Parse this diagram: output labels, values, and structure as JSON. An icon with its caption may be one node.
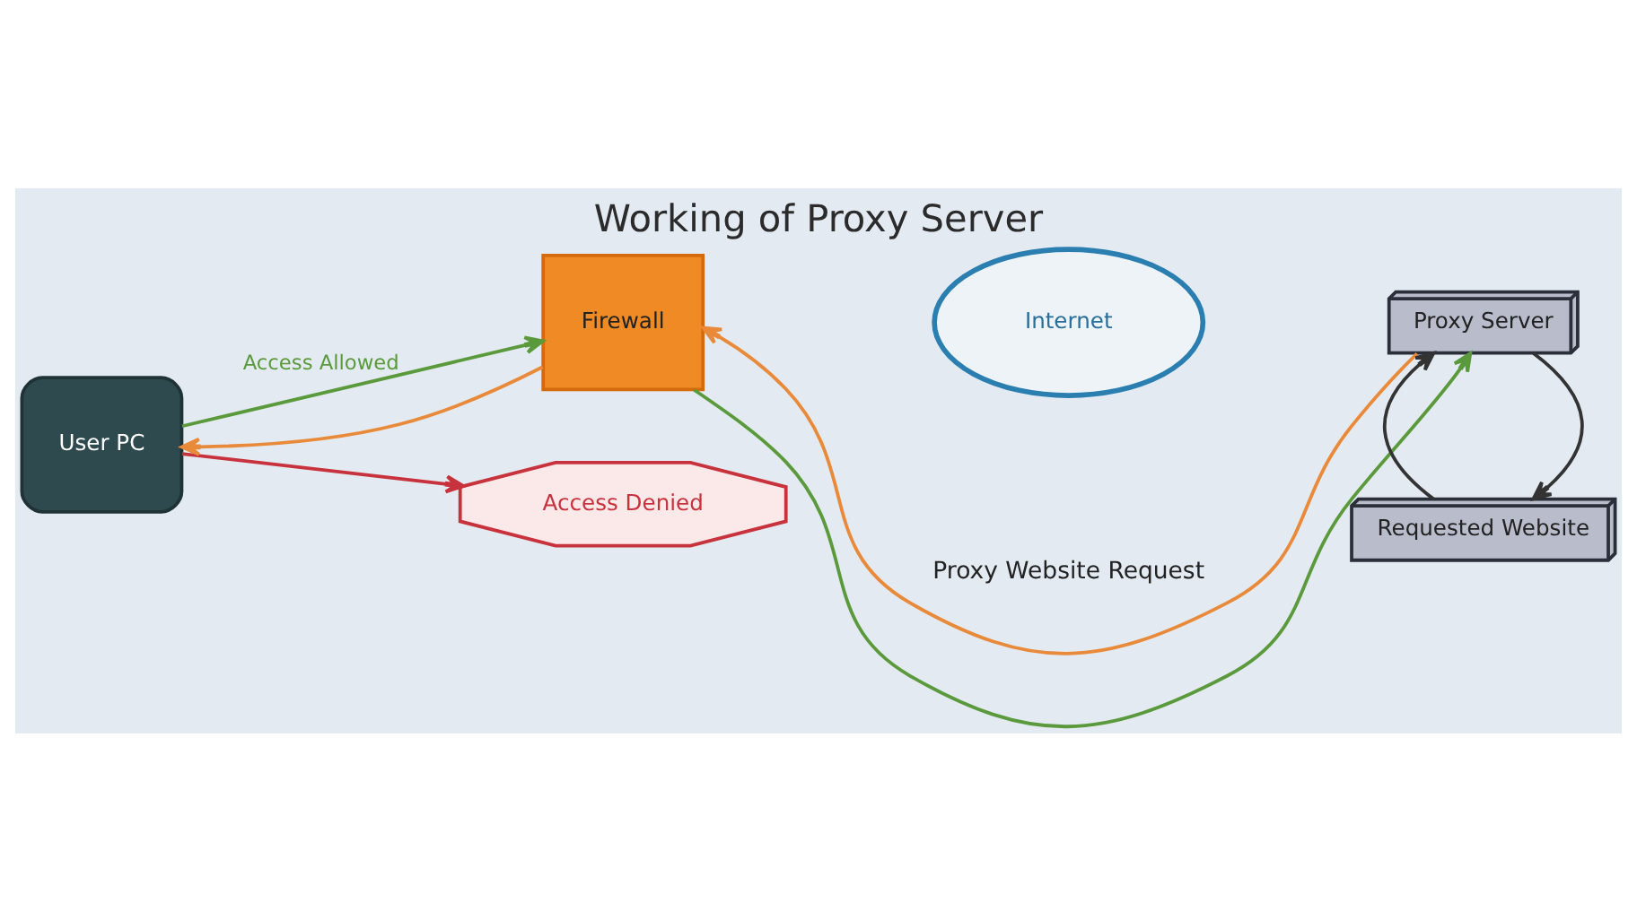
{
  "diagram": {
    "title": "Working of Proxy Server",
    "nodes": [
      {
        "text": [
          "User PC"
        ]
      },
      {
        "text": [
          "Firewall"
        ]
      },
      {
        "text": [
          "Access Denied"
        ]
      },
      {
        "text": [
          "Internet"
        ]
      },
      {
        "text": [
          "Proxy Server"
        ]
      },
      {
        "text": [
          "Requested Website"
        ]
      }
    ],
    "edges": [
      {
        "from": 0,
        "to": 1,
        "arrow": "to",
        "label": "Access Allowed",
        "color": "#5a9a3c"
      },
      {
        "from": 1,
        "to": 0,
        "arrow": "to",
        "color": "#e88a3a"
      },
      {
        "from": 0,
        "to": 2,
        "arrow": "to",
        "color": "#c8323c"
      },
      {
        "from": 1,
        "to": 4,
        "arrow": "to",
        "color": "#5a9a3c"
      },
      {
        "from": 4,
        "to": 1,
        "arrow": "to",
        "color": "#e88a3a"
      },
      {
        "from": 4,
        "to": 5,
        "arrow": "to",
        "color": "#333333"
      },
      {
        "from": 5,
        "to": 4,
        "arrow": "to",
        "color": "#333333"
      }
    ],
    "labels": [
      "Proxy Website Request"
    ]
  }
}
